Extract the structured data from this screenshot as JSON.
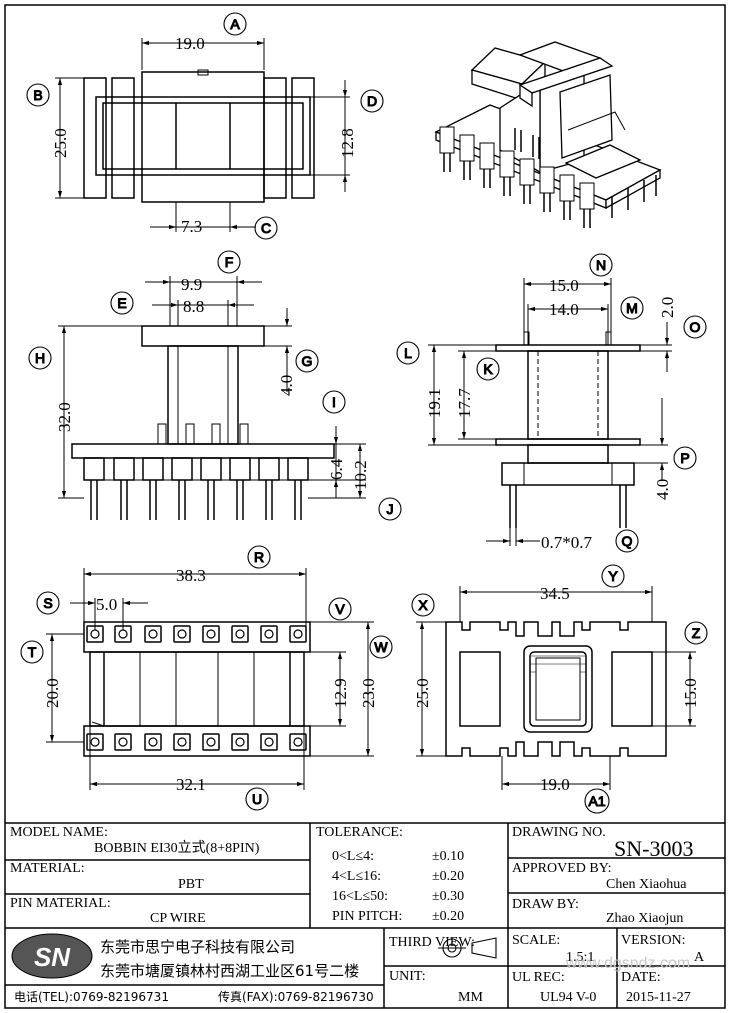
{
  "dims": {
    "A": "19.0",
    "B": "25.0",
    "C": "7.3",
    "D": "12.8",
    "E": "8.8",
    "F": "9.9",
    "G": "4.0",
    "H": "32.0",
    "I": "6.4",
    "IJ": "10.2",
    "N": "15.0",
    "M": "14.0",
    "O": "2.0",
    "L": "19.1",
    "K": "17.7",
    "P": "4.0",
    "Q": "0.7*0.7",
    "R": "38.3",
    "S": "5.0",
    "T": "20.0",
    "V": "12.9",
    "W": "23.0",
    "U": "32.1",
    "Y": "34.5",
    "X": "25.0",
    "Z": "15.0",
    "A1": "19.0"
  },
  "bubbles": [
    "A",
    "B",
    "C",
    "D",
    "E",
    "F",
    "G",
    "H",
    "I",
    "J",
    "K",
    "L",
    "M",
    "N",
    "O",
    "P",
    "Q",
    "R",
    "S",
    "T",
    "U",
    "V",
    "W",
    "X",
    "Y",
    "Z",
    "A1"
  ],
  "title_block": {
    "model_label": "MODEL NAME:",
    "model_value": "BOBBIN EI30立式(8+8PIN)",
    "material_label": "MATERIAL:",
    "material_value": "PBT",
    "pin_material_label": "PIN MATERIAL:",
    "pin_material_value": "CP WIRE",
    "tolerance_label": "TOLERANCE:",
    "tol_rows": [
      {
        "range": "0<L≤4:",
        "value": "±0.10"
      },
      {
        "range": "4<L≤16:",
        "value": "±0.20"
      },
      {
        "range": "16<L≤50:",
        "value": "±0.30"
      },
      {
        "range": "PIN PITCH:",
        "value": "±0.20"
      }
    ],
    "drawing_no_label": "DRAWING NO.",
    "drawing_no": "SN-3003",
    "approved_label": "APPROVED BY:",
    "approved_by": "Chen Xiaohua",
    "draw_label": "DRAW BY:",
    "draw_by": "Zhao Xiaojun",
    "logo": "SN",
    "company_name": "东莞市思宁电子科技有限公司",
    "company_address": "东莞市塘厦镇林村西湖工业区61号二楼",
    "phone": "电话(TEL):0769-82196731",
    "fax": "传真(FAX):0769-82196730",
    "third_view_label": "THIRD VIEW:",
    "scale_label": "SCALE:",
    "scale_value": "1.5:1",
    "version_label": "VERSION:",
    "version_value": "A",
    "unit_label": "UNIT:",
    "unit_value": "MM",
    "ul_rec_label": "UL REC:",
    "ul_rec_value": "UL94 V-0",
    "date_label": "DATE:",
    "date_value": "2015-11-27",
    "watermark": "www.dgsndz.com"
  },
  "colors": {
    "line": "#000000",
    "paper": "#ffffff",
    "logo_bg": "#555555",
    "watermark": "#c8c8c8"
  }
}
